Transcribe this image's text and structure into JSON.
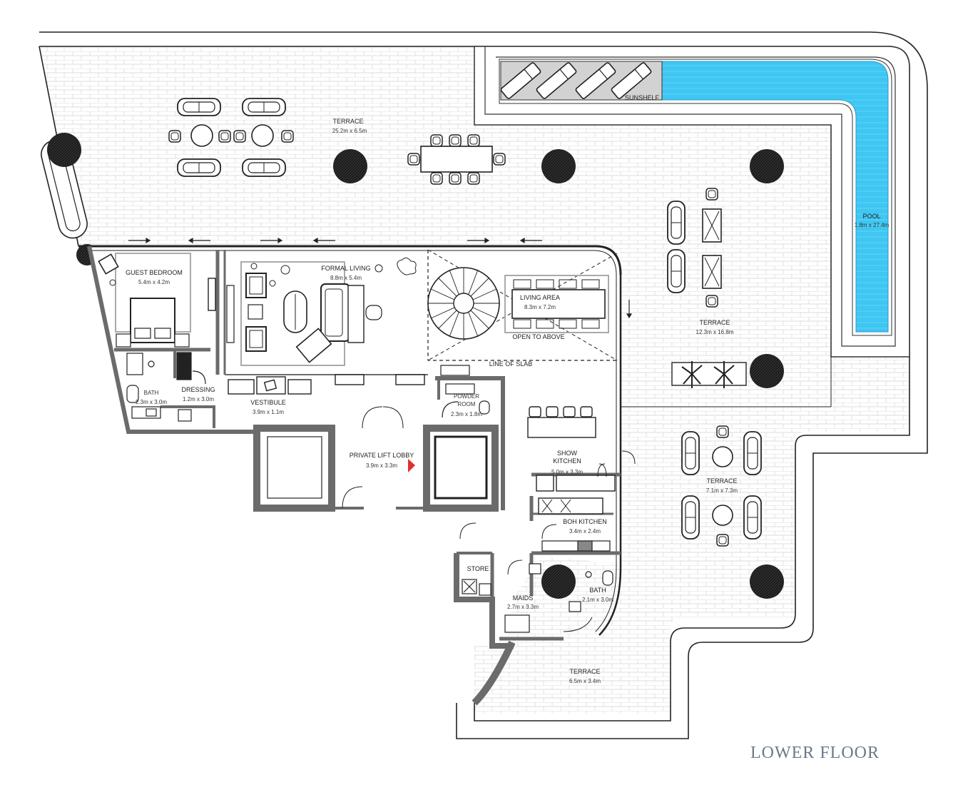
{
  "floor_title": "LOWER FLOOR",
  "colors": {
    "wall": "#6b6b6b",
    "pool": "#3fc6f2",
    "paving_line": "#cfcfcf",
    "column": "#1c1c1c",
    "sunshelf": "#d2d2d2",
    "lift_marker": "#e03030"
  },
  "rooms": {
    "terrace_top": {
      "name": "TERRACE",
      "dims": "25.2m x 6.5m"
    },
    "sunshelf": {
      "name": "SUNSHELF",
      "dims": ""
    },
    "pool": {
      "name": "POOL",
      "dims": "1.8m x 27.4m"
    },
    "guest_bedroom": {
      "name": "GUEST BEDROOM",
      "dims": "5.4m x 4.2m"
    },
    "formal_living": {
      "name": "FORMAL LIVING",
      "dims": "8.8m x 5.4m"
    },
    "living_area": {
      "name": "LIVING AREA",
      "dims": "8.3m x 7.2m"
    },
    "open_to_above": {
      "name": "OPEN TO ABOVE",
      "dims": ""
    },
    "line_of_slab": {
      "name": "LINE OF SLAB",
      "dims": ""
    },
    "terrace_right": {
      "name": "TERRACE",
      "dims": "12.3m x 16.8m"
    },
    "bath_guest": {
      "name": "BATH",
      "dims": "2.3m x 3.0m"
    },
    "dressing": {
      "name": "DRESSING",
      "dims": "1.2m x 3.0m"
    },
    "vestibule": {
      "name": "VESTIBULE",
      "dims": "3.9m x 1.1m"
    },
    "powder_room": {
      "name": "POWDER\nROOM",
      "dims": "2.3m x 1.8m"
    },
    "private_lift_lobby": {
      "name": "PRIVATE LIFT LOBBY",
      "dims": "3.9m x 3.3m"
    },
    "show_kitchen": {
      "name": "SHOW\nKITCHEN",
      "dims": "5.0m x 3.3m"
    },
    "terrace_mid": {
      "name": "TERRACE",
      "dims": "7.1m x 7.3m"
    },
    "boh_kitchen": {
      "name": "BOH KITCHEN",
      "dims": "3.4m x 2.4m"
    },
    "store": {
      "name": "STORE",
      "dims": ""
    },
    "maids": {
      "name": "MAIDS",
      "dims": "2.7m x 3.3m"
    },
    "bath_maids": {
      "name": "BATH",
      "dims": "2.1m x 3.0m"
    },
    "terrace_bottom": {
      "name": "TERRACE",
      "dims": "6.5m x 3.4m"
    }
  }
}
